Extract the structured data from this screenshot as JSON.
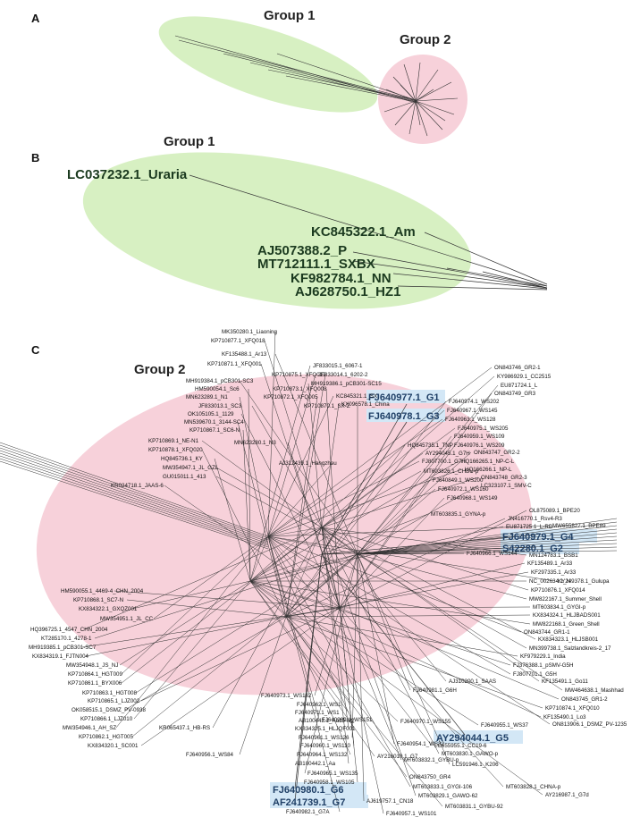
{
  "panels": {
    "a": {
      "letter": "A",
      "group1": "Group 1",
      "group2": "Group 2"
    },
    "b": {
      "letter": "B",
      "group1": "Group 1",
      "labels": [
        "LC037232.1_Uraria",
        "KC845322.1_Am",
        "AJ507388.2_P",
        "MT712111.1_SXBX",
        "KF982784.1_NN",
        "AJ628750.1_HZ1"
      ]
    },
    "c": {
      "letter": "C",
      "group2": "Group 2",
      "highlighted": [
        "FJ640977.1_G1",
        "FJ640978.1_G3",
        "FJ640979.1_G4",
        "S42280.1_G2",
        "AY294044.1_G5",
        "FJ640980.1_G6",
        "AF241739.1_G7"
      ],
      "labels": [
        "MK350280.1_Liaoning",
        "KP710877.1_XFQ018",
        "KF135488.1_Ar13",
        "KP710871.1_XFQ001",
        "KP710875.1_XFQ012",
        "JF833015.1_6067-1",
        "JF833014.1_6202-2",
        "MH919386.1_pCB301-SC15",
        "MH919384.1_pCB301-SC3",
        "KP710873.1_XFQ008",
        "KP710872.1_XFQ005",
        "HM590054.1_Sc6",
        "MN623289.1_N1",
        "JF833013.1_SC3",
        "KP710870.1_SX-Z",
        "OK105105.1_1129",
        "MN539670.1_3144-SC4",
        "KP710867.1_SC6-N",
        "KC845321.1_SX",
        "KX096578.1_China",
        "KP710869.1_NE-N1",
        "MN623280.1_N3",
        "KP710878.1_XFQ020",
        "HQ845736.1_KY",
        "AJ312439.1_Hangzhou",
        "MW354947.1_JL_GZL",
        "GU015011.1_413",
        "KR024718.1_JAAS-6",
        "HQ845735.1_TNP",
        "AY294045.1_G7H",
        "FJ807700.1_G7H",
        "MT603826.1_CHBU-p",
        "FJ640849.1_WS200",
        "FJ640968.1_WS149",
        "FJ640972.1_WS160",
        "MT603835.1_GYNA-p",
        "ON843746_GR2-1",
        "KY986929.1_CC2515",
        "EU871724.1_L",
        "ON843749_GR3",
        "FJ640974.1_WS202",
        "FJ640967.1_WS145",
        "FJ640963.1_WS128",
        "FJ640975.1_WS205",
        "FJ640959.1_WS109",
        "FJ640976.1_WS209",
        "ON843747_GR2-2",
        "HQ166265.1_NP-C-L",
        "HQ166266.1_NP-L",
        "ON843748_GR2-3",
        "LC323107.1_SMV-C",
        "OL875089.1_BPE20",
        "JN416770.1_Rsv4-R3",
        "EU871725.1_L-RB",
        "MW655827.1_BPE89",
        "MN124783.1_BSB1",
        "FJ640966.1_WS144",
        "KF135489.1_Ar33",
        "KF297335.1_Ar33",
        "NC_002634.1_N",
        "KY249378.1_Gulupa",
        "KP710876.1_XFQ014",
        "MW822167.1_Summer_Shell",
        "MT603834.1_GYGI-p",
        "KX834324.1_HLJBADS001",
        "MW822168.1_Green_Shell",
        "ON843744_GR1-1",
        "KX834323.1_HLJSB001",
        "MN399738.1_Salzlandkreis-2_17",
        "HM590055.1_4469-4_CHN_2004",
        "KP710868.1_SC7-N",
        "KX834322.1_GXQZ001",
        "MW354951.1_JL_CC",
        "HQ396725.1_4547_CHN_2004",
        "KT285170.1_4278-1",
        "MH919385.1_pCB301-SC7",
        "KX834319.1_FJTN004",
        "MW354948.1_JS_NJ",
        "KP710864.1_HGT009",
        "KP710861.1_BYX006",
        "KP710863.1_HGT008",
        "KP710865.1_LJZ002",
        "OK058515.1_DSMZ_PV-0938",
        "KP710866.1_LJZ010",
        "MW354946.1_AH_SZ",
        "KR065437.1_HB-RS",
        "KP710862.1_HGT005",
        "KX834320.1_SC001",
        "KF979229.1_India",
        "FJ376388.1_pSMV-G5H",
        "FJ807701.1_G5H",
        "KF135491.1_Go11",
        "MW464638.1_Mashhad",
        "ON843745_GR1-2",
        "KP710874.1_XFQ010",
        "KF135490.1_Lo3",
        "ON813906.1_DSMZ_PV-1235",
        "AJ310200.1_SAAS",
        "FJ640981.1_G6H",
        "FJ640973.1_WS162",
        "FJ640962.1_WS1",
        "FJ640971.1_WS1",
        "AB100443.1_Aa15-M2",
        "KX834325.1_HLJQF001",
        "FJ640961.1_WS126",
        "FJ640960.1_WS110",
        "FJ640964.1_WS132",
        "FJ640970.1_WS155",
        "FJ640969.1_WS151",
        "AB100442.1_Aa",
        "FJ640965.1_WS135",
        "FJ640958.1_WS105",
        "FJ640956.1_WS84",
        "FJ640955.1_WS37",
        "LC655955.1_CC19-6",
        "MT603830.1_GAWO-p",
        "LC591946.1_K206",
        "MT603832.1_GYBU-p",
        "ON843750_GR4",
        "AY216010.1_G7",
        "MT603833.1_GYGI-106",
        "MT603829.1_GAWO-62",
        "AJ619757.1_CN18",
        "MT603828.1_CHNA-p",
        "MT603831.1_GYBU-92",
        "AY216987.1_G7d",
        "FJ640982.1_G7A",
        "FJ640957.1_WS101",
        "FJ640954.1_WS32"
      ]
    }
  },
  "colors": {
    "group1_fill": "#d7f0c2",
    "group2_fill": "#f7d1da",
    "highlight_fill": "#d3e7f6",
    "highlight_text": "#1f3f66",
    "branch": "#333333"
  }
}
